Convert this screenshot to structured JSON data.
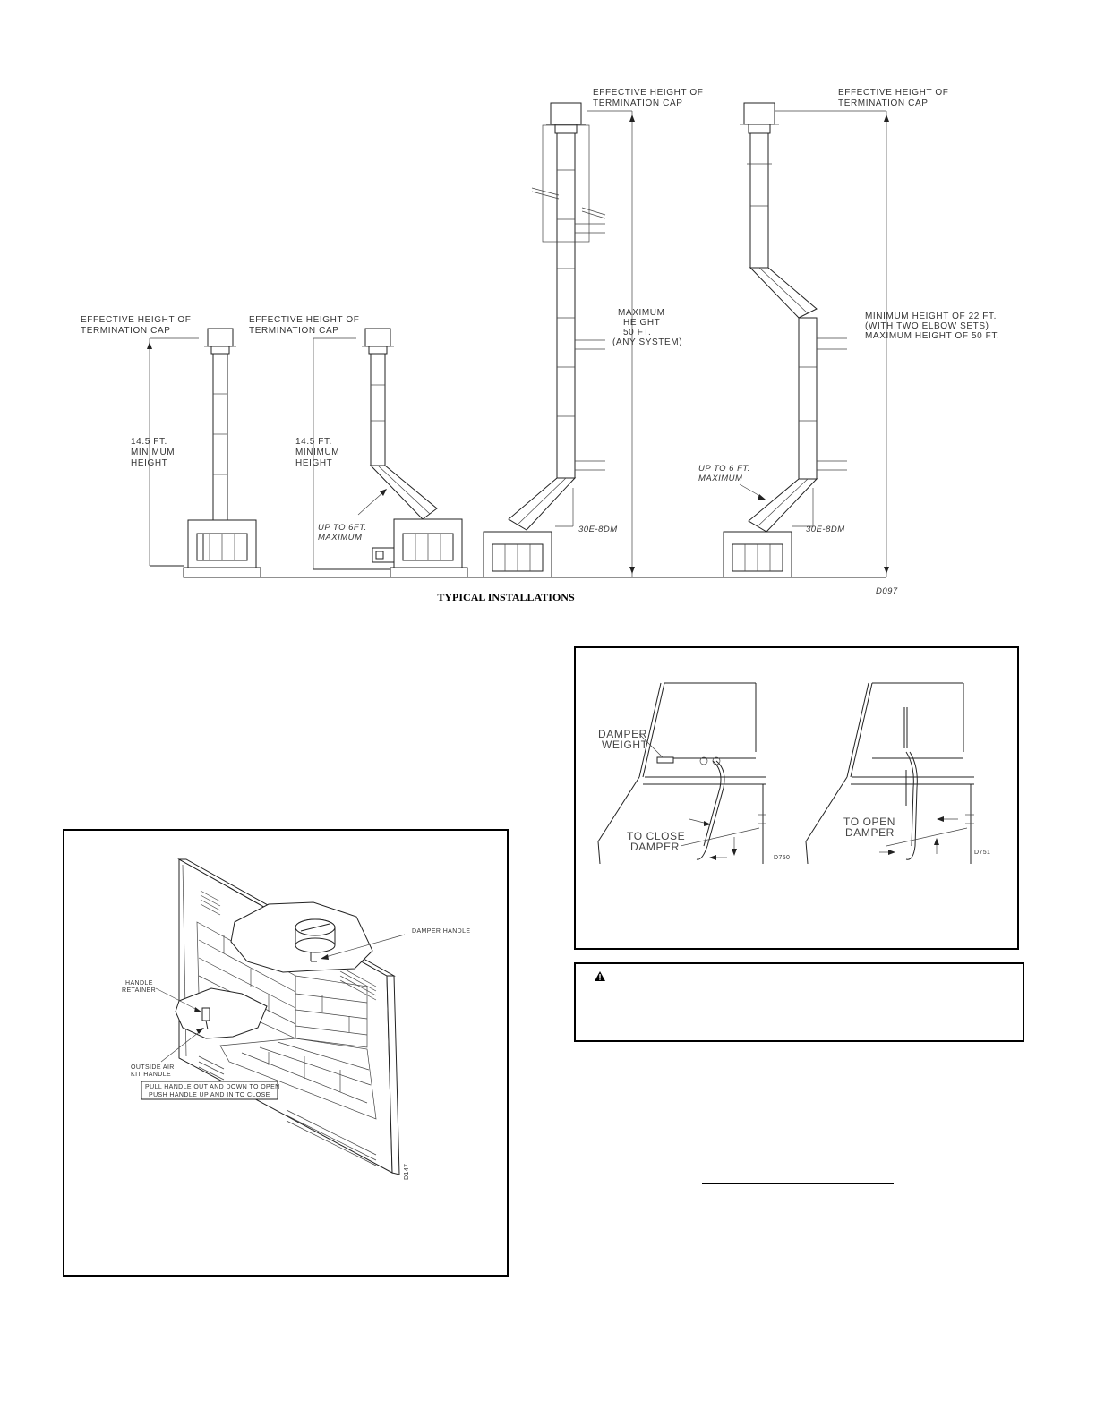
{
  "figure_top": {
    "caption": "TYPICAL INSTALLATIONS",
    "drawing_id": "D097",
    "labels": {
      "eff_height_1": [
        "EFFECTIVE HEIGHT OF",
        "TERMINATION CAP"
      ],
      "eff_height_2": [
        "EFFECTIVE HEIGHT OF",
        "TERMINATION CAP"
      ],
      "eff_height_3": [
        "EFFECTIVE HEIGHT OF",
        "TERMINATION CAP"
      ],
      "eff_height_4": [
        "EFFECTIVE HEIGHT OF",
        "TERMINATION CAP"
      ],
      "min_height_1": [
        "14.5 FT.",
        "MINIMUM",
        "HEIGHT"
      ],
      "min_height_2": [
        "14.5 FT.",
        "MINIMUM",
        "HEIGHT"
      ],
      "up_to_6ft_a": [
        "UP TO 6FT.",
        "MAXIMUM"
      ],
      "max_height": [
        "MAXIMUM",
        "HEIGHT",
        "50 FT.",
        "(ANY SYSTEM)"
      ],
      "elbow_a": "30E-8DM",
      "up_to_6ft_b": [
        "UP TO 6 FT.",
        "MAXIMUM"
      ],
      "elbow_b": "30E-8DM",
      "min_max_height": [
        "MINIMUM HEIGHT OF 22 FT.",
        "(WITH TWO ELBOW SETS)",
        "MAXIMUM HEIGHT OF 50 FT."
      ]
    }
  },
  "figure_damper": {
    "left_weight_label": [
      "DAMPER",
      "WEIGHT"
    ],
    "close_label": [
      "TO CLOSE",
      "DAMPER"
    ],
    "left_id": "D750",
    "open_label": [
      "TO OPEN",
      "DAMPER"
    ],
    "right_id": "D751"
  },
  "figure_fireplace": {
    "damper_handle": "DAMPER HANDLE",
    "handle_retainer": [
      "HANDLE",
      "RETAINER"
    ],
    "outside_air": [
      "OUTSIDE AIR",
      "KIT HANDLE"
    ],
    "instructions": [
      "PULL HANDLE OUT AND DOWN TO OPEN",
      "PUSH HANDLE UP AND IN TO CLOSE"
    ],
    "drawing_id": "D147"
  },
  "warning": {
    "icon": "warning-triangle-icon"
  }
}
